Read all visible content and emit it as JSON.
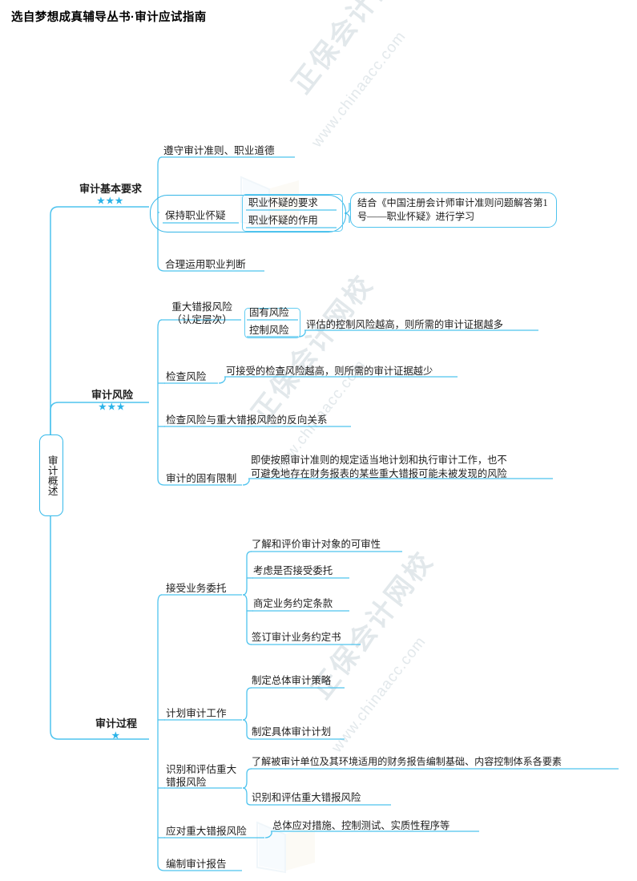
{
  "header": {
    "title": "选自梦想成真辅导丛书·审计应试指南"
  },
  "colors": {
    "line": "#4EC3EE",
    "line_dark": "#33B5E7",
    "star": "#2BB3E8",
    "text": "#1a1a1a",
    "watermark": "#b9c7cf",
    "background": "#ffffff"
  },
  "watermarks": {
    "brand_cn": "正保会计网校",
    "url": "www.chinaacc.com"
  },
  "root": {
    "label": "审计概述"
  },
  "branches": [
    {
      "id": "basic-requirements",
      "label": "审计基本要求",
      "stars": "★★★",
      "star_count": 3,
      "children": [
        {
          "label": "遵守审计准则、职业道德",
          "children": []
        },
        {
          "label": "保持职业怀疑",
          "highlighted": true,
          "children": [
            {
              "label": "职业怀疑的要求"
            },
            {
              "label": "职业怀疑的作用"
            }
          ],
          "note": "结合《中国注册会计师审计准则问题解答第1号——职业怀疑》进行学习"
        },
        {
          "label": "合理运用职业判断",
          "children": []
        }
      ]
    },
    {
      "id": "audit-risk",
      "label": "审计风险",
      "stars": "★★★",
      "star_count": 3,
      "children": [
        {
          "label": "重大错报风险\n（认定层次）",
          "label_line1": "重大错报风险",
          "label_line2": "（认定层次）",
          "children": [
            {
              "label": "固有风险"
            },
            {
              "label": "控制风险",
              "detail": "评估的控制风险越高，则所需的审计证据越多"
            }
          ]
        },
        {
          "label": "检查风险",
          "detail": "可接受的检查风险越高，则所需的审计证据越少",
          "children": []
        },
        {
          "label": "检查风险与重大错报风险的反向关系",
          "children": []
        },
        {
          "label": "审计的固有限制",
          "detail_line1": "即使按照审计准则的规定适当地计划和执行审计工作，也不",
          "detail_line2": "可避免地存在财务报表的某些重大错报可能未被发现的风险",
          "children": []
        }
      ]
    },
    {
      "id": "audit-process",
      "label": "审计过程",
      "stars": "★",
      "star_count": 1,
      "children": [
        {
          "label": "接受业务委托",
          "children": [
            {
              "label": "了解和评价审计对象的可审性"
            },
            {
              "label": "考虑是否接受委托"
            },
            {
              "label": "商定业务约定条款"
            },
            {
              "label": "签订审计业务约定书"
            }
          ]
        },
        {
          "label": "计划审计工作",
          "children": [
            {
              "label": "制定总体审计策略"
            },
            {
              "label": "制定具体审计计划"
            }
          ]
        },
        {
          "label": "识别和评估重大\n错报风险",
          "label_line1": "识别和评估重大",
          "label_line2": "错报风险",
          "children": [
            {
              "label": "了解被审计单位及其环境适用的财务报告编制基础、内容控制体系各要素"
            },
            {
              "label": "识别和评估重大错报风险"
            }
          ]
        },
        {
          "label": "应对重大错报风险",
          "detail": "总体应对措施、控制测试、实质性程序等",
          "children": []
        },
        {
          "label": "编制审计报告",
          "children": []
        }
      ]
    }
  ]
}
